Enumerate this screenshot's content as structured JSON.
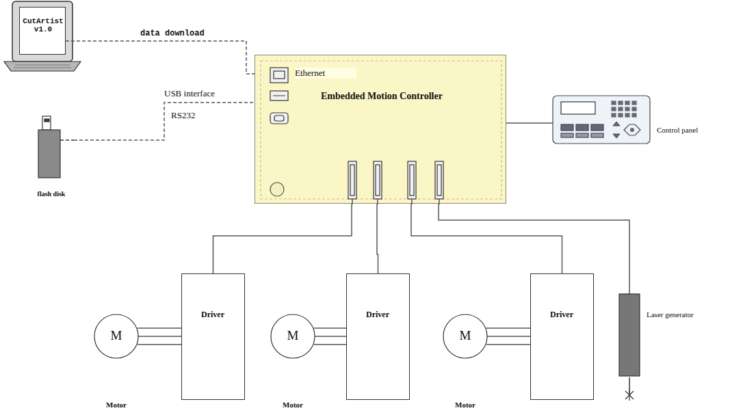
{
  "diagram": {
    "nodes": [
      {
        "text": [
          "CutArtist v1.0"
        ]
      },
      {
        "text": [
          "Ethernet",
          "Embedded Motion Controller"
        ]
      },
      {
        "text": [
          "Control panel"
        ]
      },
      {
        "text": [
          "flash disk"
        ]
      },
      {
        "text": [
          "M",
          "Motor"
        ]
      },
      {
        "text": [
          "Driver"
        ]
      },
      {
        "text": [
          "M",
          "Motor"
        ]
      },
      {
        "text": [
          "Driver"
        ]
      },
      {
        "text": [
          "M",
          "Motor"
        ]
      },
      {
        "text": [
          "Driver"
        ]
      },
      {
        "text": [
          "Laser generator"
        ]
      }
    ],
    "edges": [
      {
        "from": 0,
        "to": 1,
        "label": "data download",
        "arrow": "none"
      },
      {
        "from": 3,
        "to": 1,
        "label": "USB interface",
        "arrow": "none"
      },
      {
        "from": 1,
        "to": 2,
        "arrow": "none"
      },
      {
        "from": 1,
        "to": 5,
        "arrow": "none"
      },
      {
        "from": 1,
        "to": 7,
        "arrow": "none"
      },
      {
        "from": 1,
        "to": 9,
        "arrow": "none"
      },
      {
        "from": 1,
        "to": 10,
        "arrow": "none"
      },
      {
        "from": 5,
        "to": 4,
        "arrow": "none"
      },
      {
        "from": 7,
        "to": 6,
        "arrow": "none"
      },
      {
        "from": 9,
        "to": 8,
        "arrow": "none"
      }
    ],
    "labels": [
      "RS232"
    ]
  }
}
